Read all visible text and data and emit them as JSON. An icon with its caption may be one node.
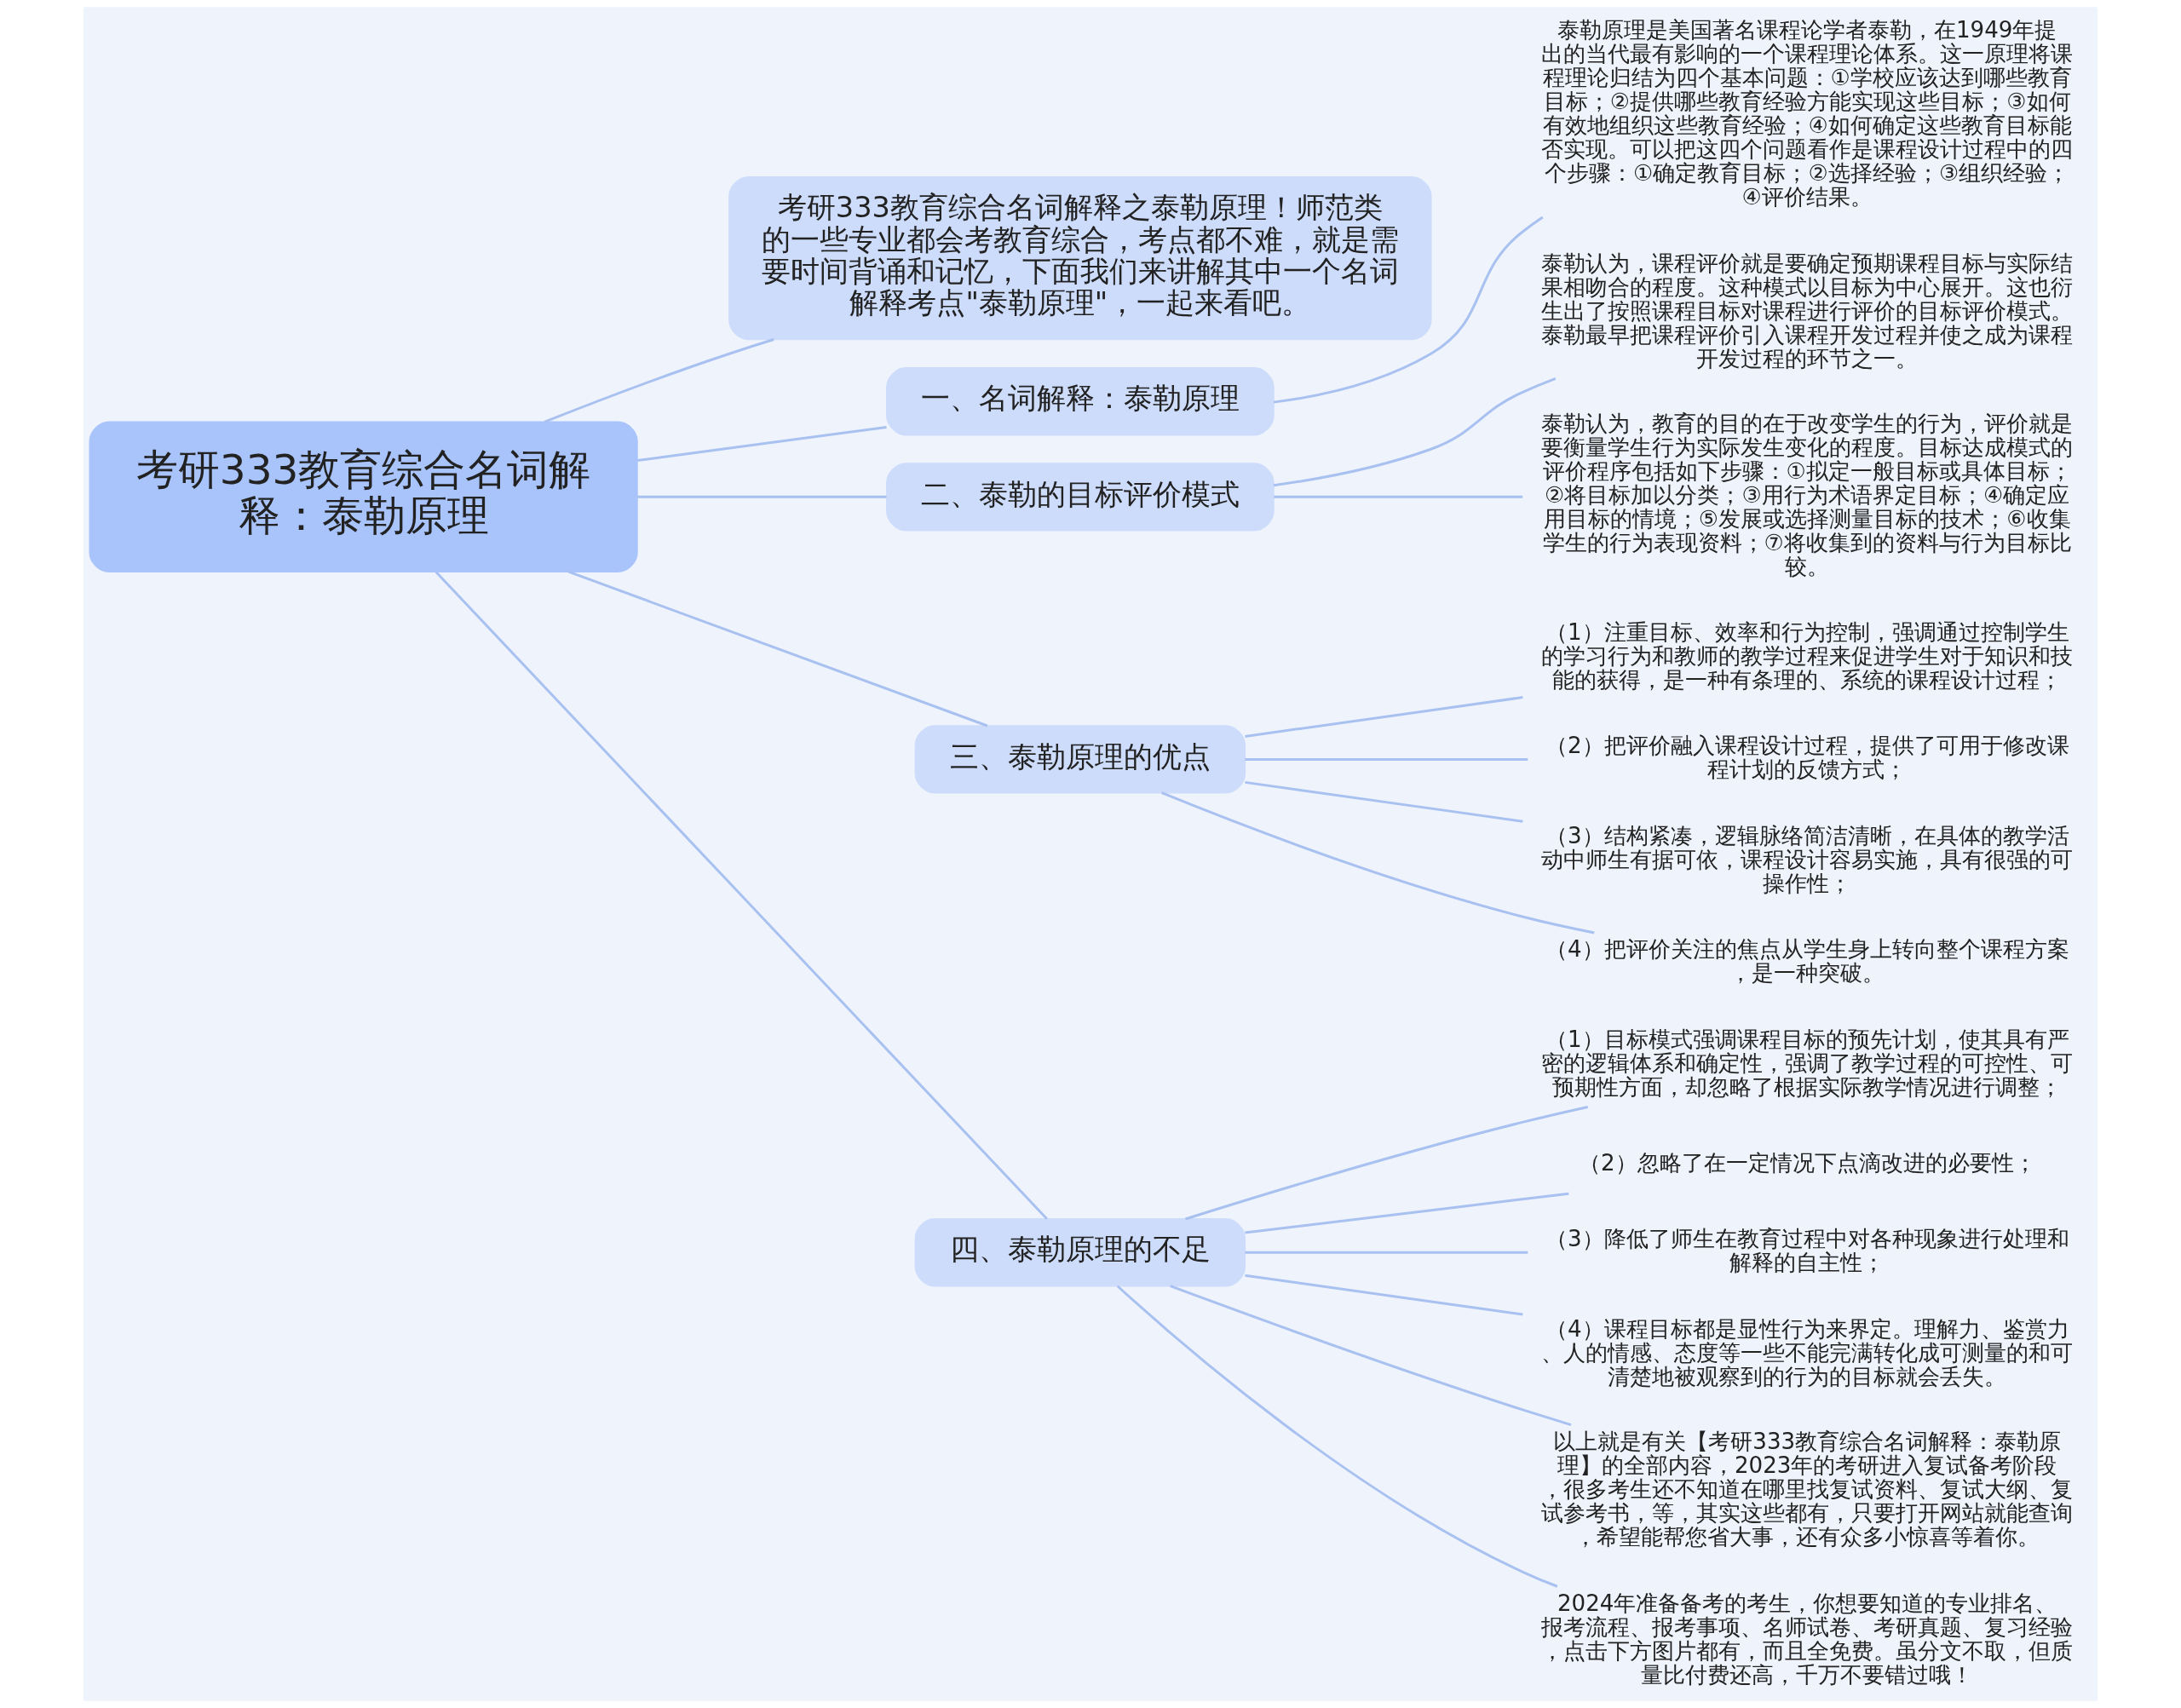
{
  "diagram": {
    "nodes": [
      {
        "text": [
          "考研333教育综合名词解释：泰勒原理"
        ]
      },
      {
        "text": [
          "考研333教育综合名词解释之泰勒原理！师范类的一些专业都会考教育综合，考点都不难，就是需要时间背诵和记忆，下面我们来讲解其中一个名词解释考点\"泰勒原理\"，一起来看吧。"
        ]
      },
      {
        "text": [
          "一、名词解释：泰勒原理"
        ]
      },
      {
        "text": [
          "泰勒原理是美国著名课程论学者泰勒，在1949年提出的当代最有影响的一个课程理论体系。这一原理将课程理论归结为四个基本问题：①学校应该达到哪些教育目标；②提供哪些教育经验方能实现这些目标；③如何有效地组织这些教育经验；④如何确定这些教育目标能否实现。可以把这四个问题看作是课程设计过程中的四个步骤：①确定教育目标；②选择经验；③组织经验；④评价结果。"
        ]
      },
      {
        "text": [
          "二、泰勒的目标评价模式"
        ]
      },
      {
        "text": [
          "泰勒认为，课程评价就是要确定预期课程目标与实际结果相吻合的程度。这种模式以目标为中心展开。这也衍生出了按照课程目标对课程进行评价的目标评价模式。泰勒最早把课程评价引入课程开发过程并使之成为课程开发过程的环节之一。"
        ]
      },
      {
        "text": [
          "泰勒认为，教育的目的在于改变学生的行为，评价就是要衡量学生行为实际发生变化的程度。目标达成模式的评价程序包括如下步骤：①拟定一般目标或具体目标；②将目标加以分类；③用行为术语界定目标；④确定应用目标的情境；⑤发展或选择测量目标的技术；⑥收集学生的行为表现资料；⑦将收集到的资料与行为目标比较。"
        ]
      },
      {
        "text": [
          "三、泰勒原理的优点"
        ]
      },
      {
        "text": [
          "（1）注重目标、效率和行为控制，强调通过控制学生的学习行为和教师的教学过程来促进学生对于知识和技能的获得，是一种有条理的、系统的课程设计过程；"
        ]
      },
      {
        "text": [
          "（2）把评价融入课程设计过程，提供了可用于修改课程计划的反馈方式；"
        ]
      },
      {
        "text": [
          "（3）结构紧凑，逻辑脉络简洁清晰，在具体的教学活动中师生有据可依，课程设计容易实施，具有很强的可操作性；"
        ]
      },
      {
        "text": [
          "（4）把评价关注的焦点从学生身上转向整个课程方案，是一种突破。"
        ]
      },
      {
        "text": [
          "四、泰勒原理的不足"
        ]
      },
      {
        "text": [
          "（1）目标模式强调课程目标的预先计划，使其具有严密的逻辑体系和确定性，强调了教学过程的可控性、可预期性方面，却忽略了根据实际教学情况进行调整；"
        ]
      },
      {
        "text": [
          "（2）忽略了在一定情况下点滴改进的必要性；"
        ]
      },
      {
        "text": [
          "（3）降低了师生在教育过程中对各种现象进行处理和解释的自主性；"
        ]
      },
      {
        "text": [
          "（4）课程目标都是显性行为来界定。理解力、鉴赏力、人的情感、态度等一些不能完满转化成可测量的和可清楚地被观察到的行为的目标就会丢失。"
        ]
      },
      {
        "text": [
          "以上就是有关【考研333教育综合名词解释：泰勒原理】的全部内容，2023年的考研进入复试备考阶段，很多考生还不知道在哪里找复试资料、复试大纲、复试参考书，等，其实这些都有，只要打开网站就能查询，希望能帮您省大事，还有众多小惊喜等着你。"
        ]
      },
      {
        "text": [
          "2024年准备备考的考生，你想要知道的专业排名、报考流程、报考事项、名师试卷、考研真题、复习经验，点击下方图片都有，而且全免费。虽分文不取，但质量比付费还高，千万不要错过哦！"
        ]
      }
    ],
    "edges": [
      {
        "from": 0,
        "to": 1,
        "arrow": "none"
      },
      {
        "from": 0,
        "to": 2,
        "arrow": "none"
      },
      {
        "from": 2,
        "to": 3,
        "arrow": "none"
      },
      {
        "from": 0,
        "to": 4,
        "arrow": "none"
      },
      {
        "from": 4,
        "to": 5,
        "arrow": "none"
      },
      {
        "from": 4,
        "to": 6,
        "arrow": "none"
      },
      {
        "from": 0,
        "to": 7,
        "arrow": "none"
      },
      {
        "from": 7,
        "to": 8,
        "arrow": "none"
      },
      {
        "from": 7,
        "to": 9,
        "arrow": "none"
      },
      {
        "from": 7,
        "to": 10,
        "arrow": "none"
      },
      {
        "from": 7,
        "to": 11,
        "arrow": "none"
      },
      {
        "from": 0,
        "to": 12,
        "arrow": "none"
      },
      {
        "from": 12,
        "to": 13,
        "arrow": "none"
      },
      {
        "from": 12,
        "to": 14,
        "arrow": "none"
      },
      {
        "from": 12,
        "to": 15,
        "arrow": "none"
      },
      {
        "from": 12,
        "to": 16,
        "arrow": "none"
      },
      {
        "from": 12,
        "to": 17,
        "arrow": "none"
      },
      {
        "from": 12,
        "to": 18,
        "arrow": "none"
      }
    ]
  }
}
